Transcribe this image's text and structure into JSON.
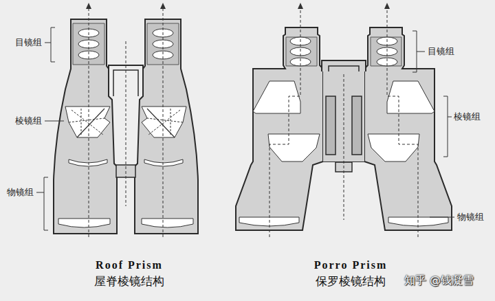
{
  "diagram": {
    "labels": [
      "目镜组",
      "棱镜组",
      "物镜组",
      "目镜组",
      "棱镜组",
      "物镜组",
      "Roof Prism",
      "屋脊棱镜结构",
      "Porro Prism",
      "保罗棱镜结构",
      "知乎 @钱凝雪"
    ]
  }
}
